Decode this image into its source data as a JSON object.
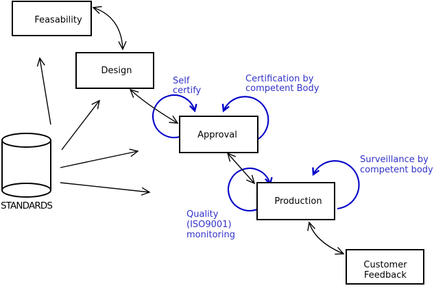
{
  "diagram": {
    "type": "flow-diagram",
    "nodes": {
      "feasability": {
        "label": "Feasability"
      },
      "design": {
        "label": "Design"
      },
      "approval": {
        "label": "Approval"
      },
      "production": {
        "label": "Production"
      },
      "customer_feedback": {
        "line1": "Customer",
        "line2": "Feedback"
      },
      "standards": {
        "label": "STANDARDS"
      }
    },
    "annotations": {
      "self_certify": {
        "line1": "Self",
        "line2": "certify"
      },
      "certification": {
        "line1": "Certification by",
        "line2": "competent Body"
      },
      "surveillance": {
        "line1": "Surveillance by",
        "line2": "competent body"
      },
      "quality_monitoring": {
        "line1": "Quality",
        "line2": "(ISO9001)",
        "line3": "monitoring"
      }
    },
    "colors": {
      "line": "#000000",
      "loop_arrow": "#0000c8",
      "annotation_text": "#3232c8",
      "node_fill": "#ffffff",
      "background": "#ffffff"
    }
  }
}
